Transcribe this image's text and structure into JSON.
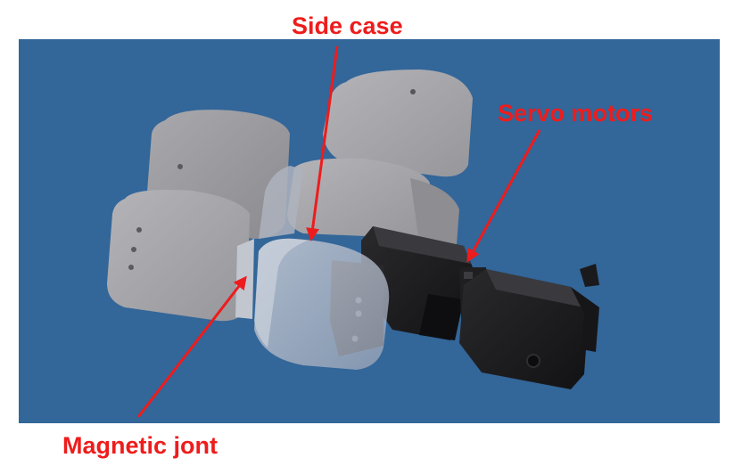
{
  "labels": {
    "side_case": "Side case",
    "servo_motors": "Servo motors",
    "magnetic_joint": "Magnetic jont"
  },
  "colors": {
    "background_panel": "#336699",
    "annotation": "#ee1c1c",
    "case_plate": "#9a9a9e",
    "servo": "#1b1b1d"
  }
}
